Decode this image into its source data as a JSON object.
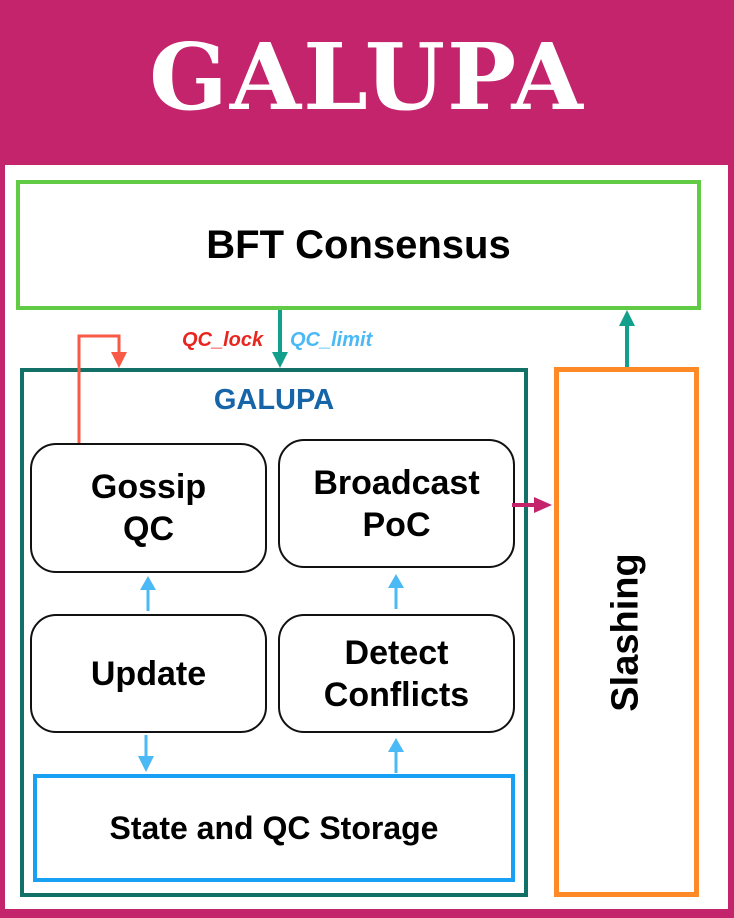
{
  "header": {
    "title": "GALUPA"
  },
  "diagram": {
    "bft_consensus": "BFT Consensus",
    "galupa_module": "GALUPA",
    "slashing": "Slashing",
    "nodes": {
      "gossip_qc": "Gossip QC",
      "broadcast_poc": "Broadcast PoC",
      "update": "Update",
      "detect_conflicts": "Detect Conflicts",
      "storage": "State and QC Storage"
    },
    "edge_labels": {
      "qc_lock": "QC_lock",
      "qc_limit": "QC_limit"
    },
    "colors": {
      "banner": "#c4246c",
      "bft_border": "#62cb45",
      "galupa_border": "#127066",
      "galupa_label": "#1565a8",
      "slashing_border": "#fd8a26",
      "storage_border": "#17a0f4",
      "qc_lock": "#e8261f",
      "qc_limit": "#4ab9f6",
      "arrow_blue": "#4ab9f6",
      "arrow_teal": "#12a08c",
      "arrow_red": "#f85a46",
      "arrow_magenta": "#c4246c"
    }
  }
}
